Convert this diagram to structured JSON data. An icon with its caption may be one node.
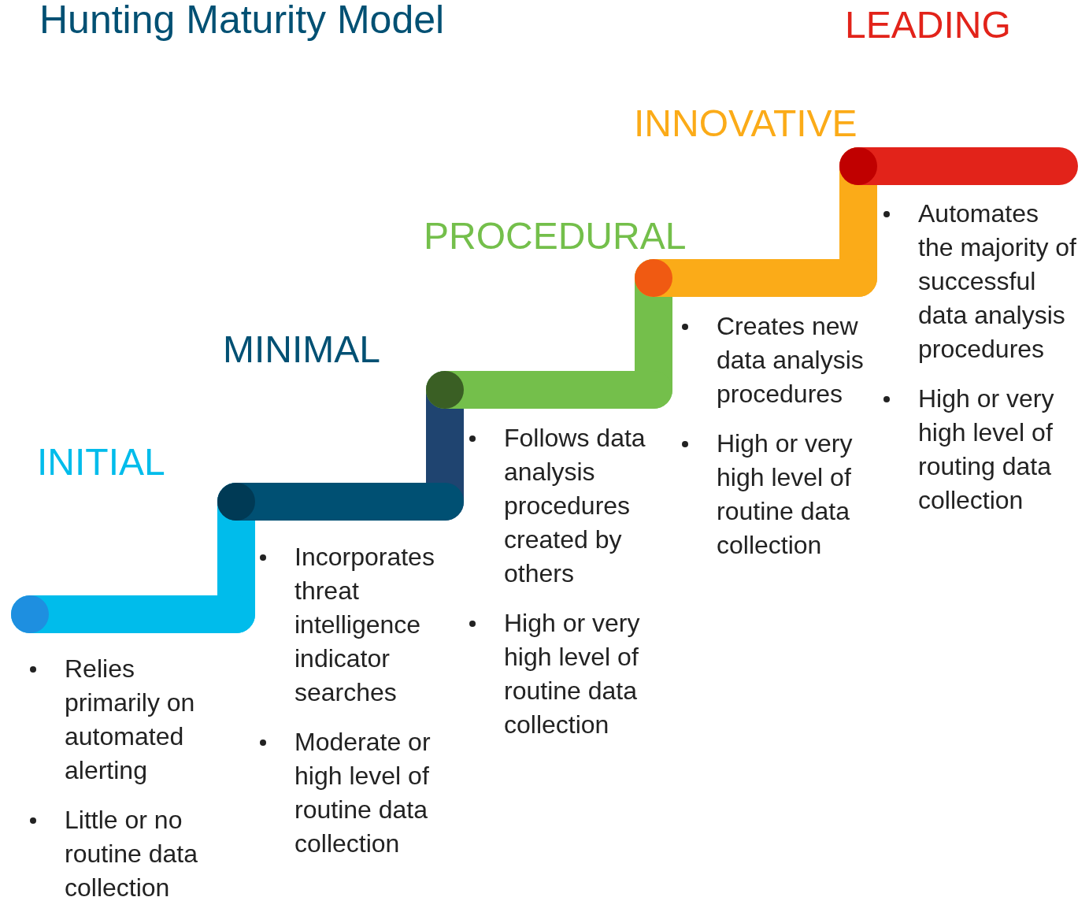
{
  "diagram": {
    "title": "Hunting Maturity Model",
    "nodes": [
      {
        "text": [
          "INITIAL",
          "Relies primarily on automated alerting",
          "Little or no routine data collection"
        ]
      },
      {
        "text": [
          "MINIMAL",
          "Incorporates threat intelligence indicator searches",
          "Moderate or high level of routine data collection"
        ]
      },
      {
        "text": [
          "PROCEDURAL",
          "Follows data analysis procedures created by others",
          "High or very high level of routine data collection"
        ]
      },
      {
        "text": [
          "INNOVATIVE",
          "Creates new data analysis procedures",
          "High or very high level of routine data collection"
        ]
      },
      {
        "text": [
          "LEADING",
          "Automates the majority of successful data analysis procedures",
          "High or very high level of routing data collection"
        ]
      }
    ]
  }
}
